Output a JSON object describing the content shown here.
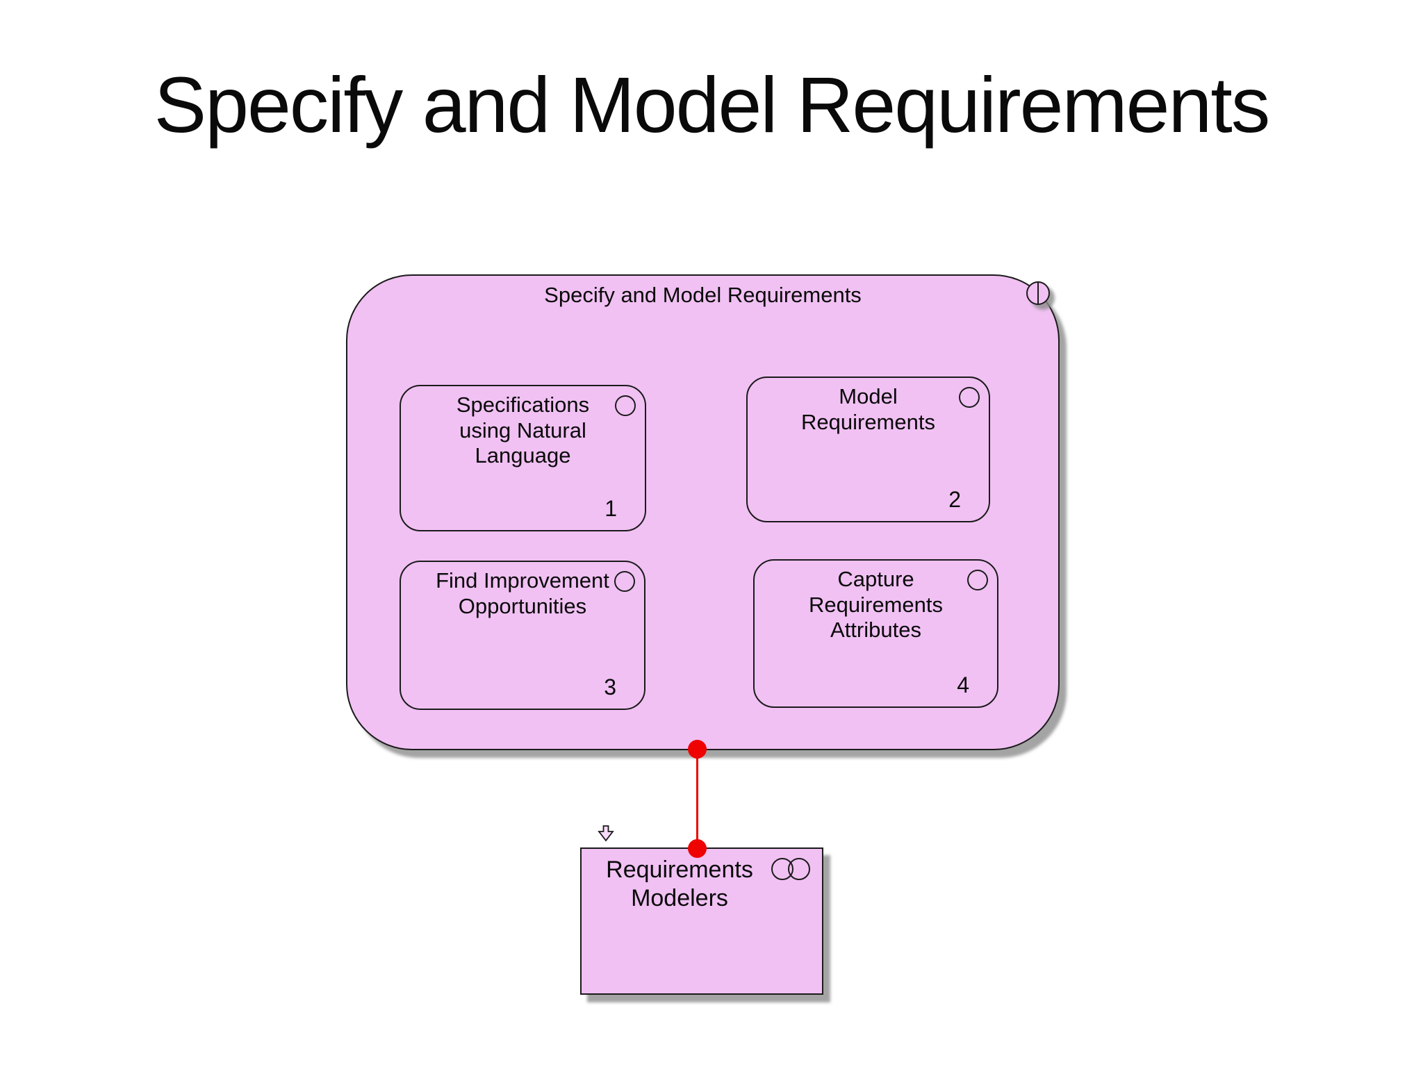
{
  "slide": {
    "title": "Specify and Model Requirements"
  },
  "diagram": {
    "container": {
      "label": "Specify and Model Requirements",
      "icon": "split-circle-icon"
    },
    "tasks": [
      {
        "label": "Specifications\nusing Natural\nLanguage",
        "number": "1",
        "icon": "circle-icon"
      },
      {
        "label": "Model\nRequirements",
        "number": "2",
        "icon": "circle-icon"
      },
      {
        "label": "Find Improvement\nOpportunities",
        "number": "3",
        "icon": "circle-icon"
      },
      {
        "label": "Capture\nRequirements\nAttributes",
        "number": "4",
        "icon": "circle-icon"
      }
    ],
    "actor": {
      "label": "Requirements\nModelers",
      "icon": "overlapping-circles-icon",
      "marker": "down-arrow-icon"
    },
    "connector": {
      "from": "Specify and Model Requirements",
      "to": "Requirements Modelers",
      "style": "red line with endpoint dots"
    },
    "colors": {
      "shape_fill": "#f1c1f3",
      "shape_border": "#1a1a1a",
      "connector_red": "#ee0202",
      "shadow_gray": "#949494",
      "arrow_fill": "#f8dbf9",
      "background": "#ffffff",
      "title_text": "#0a0a0a"
    }
  }
}
